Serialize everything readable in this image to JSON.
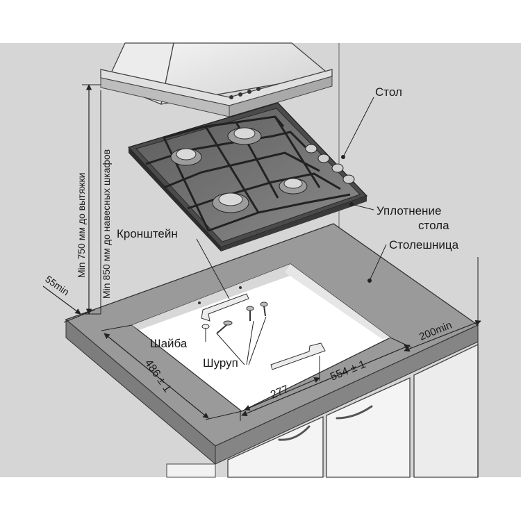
{
  "labels": {
    "stol": "Стол",
    "uplotnenie_1": "Уплотнение",
    "uplotnenie_2": "стола",
    "stoleshnitsa": "Столешница",
    "kronshtein": "Кронштейн",
    "shaiba": "Шайба",
    "shurup": "Шуруп"
  },
  "dimensions": {
    "hood_min": "Min 750 мм до вытяжки",
    "cabinet_min": "Min 850 мм до навесных шкафов",
    "edge_front": "55min",
    "edge_back": "200min",
    "depth": "486 ± 1",
    "width": "554 ± 1",
    "bracket_offset": "277"
  },
  "colors": {
    "wall": "#d6d6d6",
    "countertop": "#9a9a9a",
    "cabinet": "#f4f4f4",
    "hob_glass": "#6e6e6e",
    "cutout": "#ffffff",
    "line": "#2b2b2b"
  }
}
